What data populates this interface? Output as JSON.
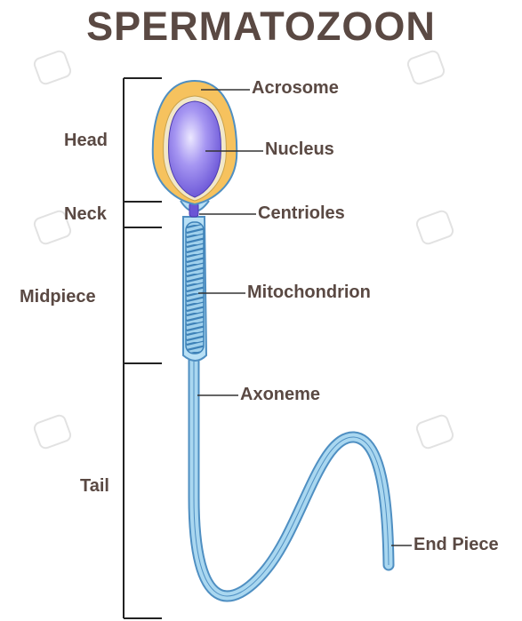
{
  "title": "SPERMATOZOON",
  "regions": {
    "head": "Head",
    "neck": "Neck",
    "midpiece": "Midpiece",
    "tail": "Tail"
  },
  "parts": {
    "acrosome": "Acrosome",
    "nucleus": "Nucleus",
    "centrioles": "Centrioles",
    "mitochondrion": "Mitochondrion",
    "axoneme": "Axoneme",
    "end_piece": "End Piece"
  },
  "colors": {
    "text": "#5a4943",
    "acrosome": "#f6c25e",
    "nucleus": "#8e79e8",
    "body_outline": "#4f8fc2",
    "tail_fill": "#a9d7f0"
  }
}
